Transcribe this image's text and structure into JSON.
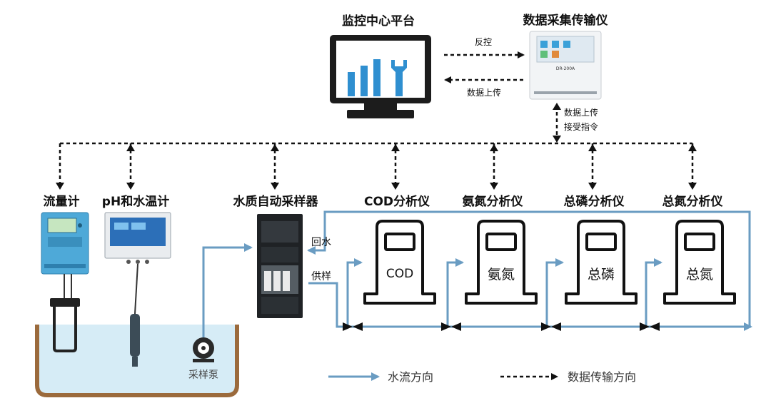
{
  "platform": {
    "title": "监控中心平台"
  },
  "collector": {
    "title": "数据采集传输仪",
    "screen_text": "DR-200A"
  },
  "arrows": {
    "feedback": "反控",
    "upload": "数据上传",
    "vertical_line1": "数据上传",
    "vertical_line2": "接受指令"
  },
  "devices": {
    "flowmeter": "流量计",
    "ph_meter": "pH和水温计",
    "sampler": "水质自动采样器",
    "cod": "COD分析仪",
    "ammonia": "氨氮分析仪",
    "phosphorus": "总磷分析仪",
    "nitrogen": "总氮分析仪"
  },
  "analyzer_faces": {
    "cod": "COD",
    "ammonia": "氨氮",
    "phosphorus": "总磷",
    "nitrogen": "总氮"
  },
  "pipes": {
    "return_water": "回水",
    "supply": "供样"
  },
  "pump": {
    "label": "采样泵"
  },
  "legend": {
    "water_flow": "水流方向",
    "data_flow": "数据传输方向"
  },
  "colors": {
    "water_line": "#6a9cc2",
    "data_line": "#111111",
    "tank_water": "#d6ecf6",
    "tank_wall": "#9b6a3c",
    "chart_bars": "#2f8fd0"
  }
}
